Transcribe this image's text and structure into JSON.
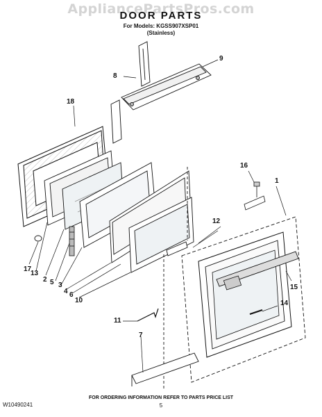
{
  "header": {
    "watermark": "AppliancePartsPros.com",
    "title": "DOOR PARTS",
    "models_line": "For Models: KGSS907XSP01",
    "finish_line": "(Stainless)"
  },
  "callouts": [
    "1",
    "2",
    "3",
    "4",
    "5",
    "6",
    "7",
    "8",
    "9",
    "10",
    "11",
    "12",
    "13",
    "14",
    "15",
    "16",
    "17",
    "18"
  ],
  "footer": {
    "doc_code": "W10490241",
    "ordering_note": "FOR ORDERING INFORMATION REFER TO PARTS PRICE LIST",
    "page_number": "5"
  }
}
